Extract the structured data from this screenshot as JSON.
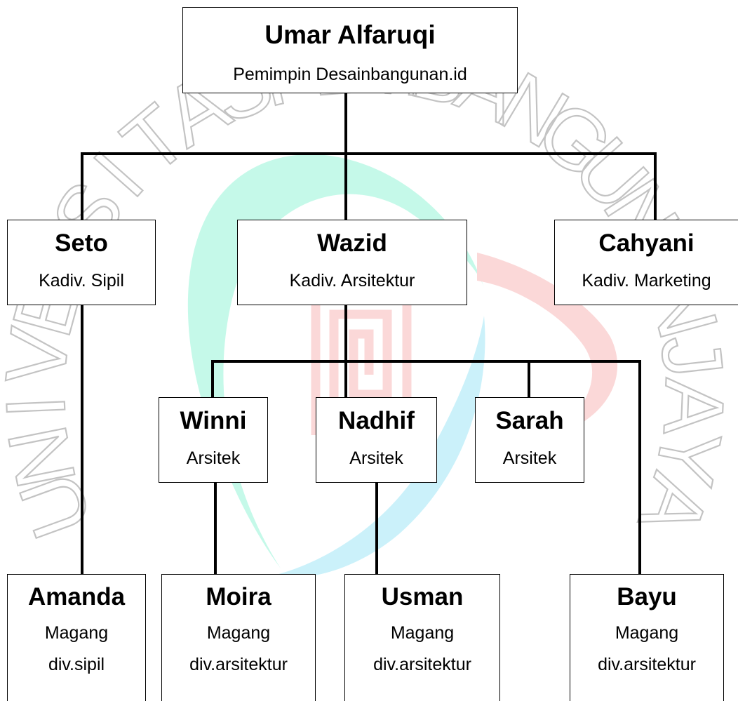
{
  "colors": {
    "line": "#000000",
    "box_border": "#000000",
    "watermark_letters": "#555555",
    "watermark_cyan": "#7ff2cf",
    "watermark_blue": "#8ee2f5",
    "watermark_red": "#f7a9a9"
  },
  "watermark": {
    "letters": [
      "U",
      "N",
      "I",
      "V",
      "E",
      "R",
      "S",
      "I",
      "T",
      "A",
      "S",
      "P",
      "E",
      "M",
      "B",
      "A",
      "N",
      "G",
      "U",
      "N",
      "A",
      "N",
      "J",
      "A",
      "Y",
      "A"
    ]
  },
  "org": {
    "leader": {
      "name": "Umar Alfaruqi",
      "role": "Pemimpin Desainbangunan.id"
    },
    "heads": [
      {
        "name": "Seto",
        "role": "Kadiv. Sipil"
      },
      {
        "name": "Wazid",
        "role": "Kadiv. Arsitektur"
      },
      {
        "name": "Cahyani",
        "role": "Kadiv. Marketing"
      }
    ],
    "architects": [
      {
        "name": "Winni",
        "role": "Arsitek"
      },
      {
        "name": "Nadhif",
        "role": "Arsitek"
      },
      {
        "name": "Sarah",
        "role": "Arsitek"
      }
    ],
    "interns": [
      {
        "name": "Amanda",
        "role": "Magang",
        "division": "div.sipil"
      },
      {
        "name": "Moira",
        "role": "Magang",
        "division": "div.arsitektur"
      },
      {
        "name": "Usman",
        "role": "Magang",
        "division": "div.arsitektur"
      },
      {
        "name": "Bayu",
        "role": "Magang",
        "division": "div.arsitektur"
      }
    ]
  }
}
